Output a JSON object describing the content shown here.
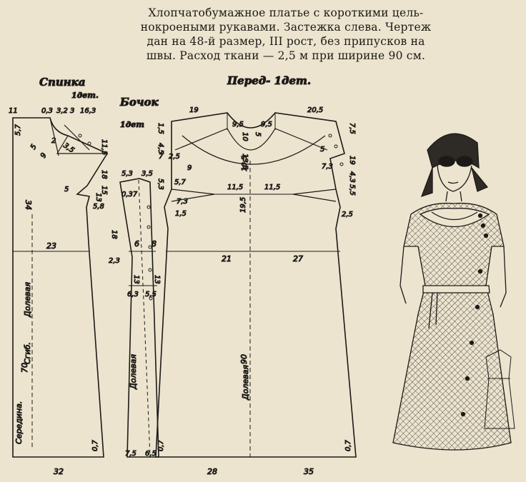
{
  "header": {
    "lines": [
      "Хлопчатобумажное платье с короткими цель-",
      "нокроеными рукавами. Застежка слева. Чертеж",
      "дан на 48-й размер, III рост, без припусков на",
      "швы. Расход ткани — 2,5 м при ширине 90 см."
    ]
  },
  "pieces": {
    "back": {
      "title": "Спинка",
      "count": "1дет."
    },
    "side": {
      "title": "Бочок",
      "count": "1дет"
    },
    "front": {
      "title": "Перед- 1дет."
    }
  },
  "labels": {
    "b_11": "11",
    "b_03": "0,3",
    "b_32": "3,2",
    "b_3": "3",
    "b_163": "16,3",
    "b_57": "5,7",
    "b_5": "5",
    "b_9": "9",
    "b_2": "2",
    "b_35": "3,5",
    "b_115": "11,5",
    "b_18": "18",
    "b_15": "15",
    "b_13": "13",
    "b_5b": "5",
    "b_58": "5,8",
    "b_34": "34",
    "b_23": "23",
    "b_70": "70",
    "b_07": "0,7",
    "b_32b": "32",
    "b_dolevaya": "Долевая",
    "b_sgib": "Сгиб.",
    "b_seredina": "Середина.",
    "s_53": "5,3",
    "s_35": "3,5",
    "s_037": "0,37",
    "s_18": "18",
    "s_23": "2,3",
    "s_6": "6",
    "s_8": "8",
    "s_13": "13",
    "s_13b": "13",
    "s_63": "6,3",
    "s_55": "5,5",
    "s_dolevaya": "Долевая",
    "s_75": "7,5",
    "s_65": "6,5",
    "f_19": "19",
    "f_205": "20,5",
    "f_15": "1,5",
    "f_95a": "9,5",
    "f_95b": "9,5",
    "f_10": "10",
    "f_5": "5",
    "f_45": "4,5",
    "f_7": "7",
    "f_25": "2,5",
    "f_53": "5,3",
    "f_9": "9",
    "f_57": "5,7",
    "f_135": "13,5",
    "f_105": "10,5",
    "f_115a": "11,5",
    "f_115b": "11,5",
    "f_5r": "5",
    "f_73": "7,3",
    "f_75": "7,5",
    "f_43": "4,3",
    "f_55r": "5,5",
    "f_25r": "2,5",
    "f_19b": "19",
    "f_195": "19,5",
    "f_21": "21",
    "f_27": "27",
    "f_90": "90",
    "f_dolevaya": "Долевая",
    "f_07a": "0,7",
    "f_07b": "0,7",
    "f_28": "28",
    "f_35": "35",
    "f_73l": "7,3",
    "f_15b": "1,5"
  },
  "colors": {
    "paper": "#ede4cf",
    "ink": "#1c1a17",
    "fabric": "#6b655c"
  }
}
